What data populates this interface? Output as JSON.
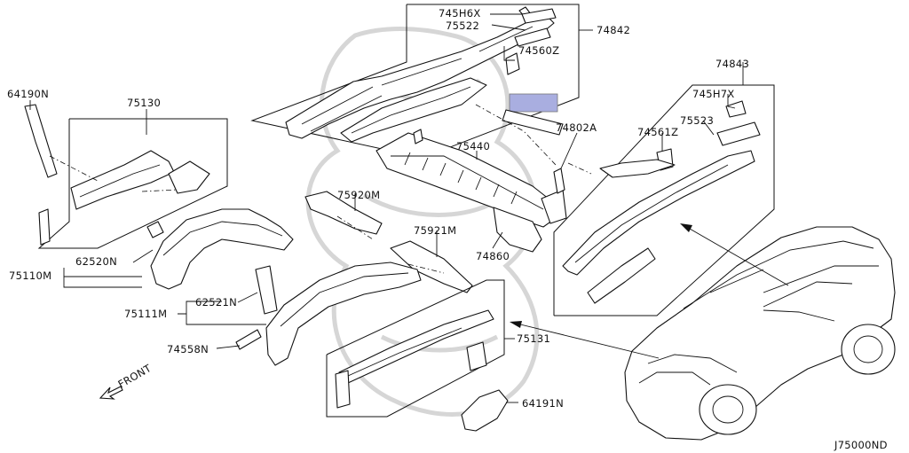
{
  "diagram": {
    "code": "J75000ND",
    "front_label": "FRONT",
    "highlight_color": "#a9aee0",
    "labels": {
      "p74842": "74842",
      "p745H6X": "745H6X",
      "p75522": "75522",
      "p74560Z": "74560Z",
      "p74843": "74843",
      "p745H7X": "745H7X",
      "p75523": "75523",
      "p74561Z": "74561Z",
      "p74802A": "74802A",
      "p64190N": "64190N",
      "p75130": "75130",
      "p75440": "75440",
      "p75920M": "75920M",
      "p75921M": "75921M",
      "p74860": "74860",
      "p62520N": "62520N",
      "p75110M": "75110M",
      "p62521N": "62521N",
      "p75111M": "75111M",
      "p74558N": "74558N",
      "p75131": "75131",
      "p64191N": "64191N"
    }
  }
}
